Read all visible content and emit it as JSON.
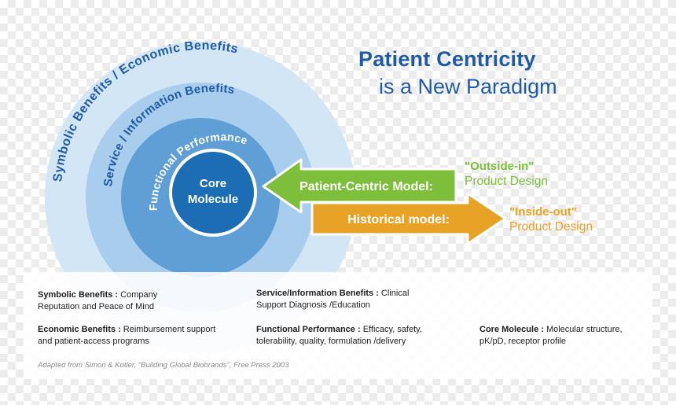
{
  "title": {
    "line1": "Patient Centricity",
    "line2": "is a New Paradigm"
  },
  "rings": {
    "outer_label_left": "Symbolic Benefits",
    "outer_label_sep": "/",
    "outer_label_right": "Economic Benefits",
    "second_label": "Service / Information Benefits",
    "third_label": "Functional Performance",
    "core_line1": "Core",
    "core_line2": "Molecule"
  },
  "arrows": {
    "patient_centric_label": "Patient-Centric Model:",
    "historical_label": "Historical model:"
  },
  "side_labels": {
    "outside_in_quote": "\"Outside-in\"",
    "outside_in_desc": "Product Design",
    "inside_out_quote": "\"Inside-out\"",
    "inside_out_desc": "Product Design"
  },
  "legend": {
    "symbolic_term": "Symbolic Benefits :",
    "symbolic_desc_1": " Company",
    "symbolic_desc_2": "Reputation and Peace of Mind",
    "service_term": "Service/Information Benefits :",
    "service_desc_1": " Clinical",
    "service_desc_2": "Support Diagnosis /Education",
    "economic_term": "Economic Benefits :",
    "economic_desc_1": " Reimbursement support",
    "economic_desc_2": "and patient-access programs",
    "functional_term": "Functional Performance :",
    "functional_desc_1": " Efficacy, safety,",
    "functional_desc_2": "tolerability, quality, formulation /delivery",
    "core_term": "Core Molecule :",
    "core_desc_1": " Molecular structure,",
    "core_desc_2": "pK/pD, receptor profile",
    "source": "Adapted from Simon & Kotler, \"Building Global Biobrands\", Free Press 2003"
  },
  "colors": {
    "ring_outer": "#d3e6f6",
    "ring_second": "#a9cdec",
    "ring_third": "#5f9fd6",
    "core": "#1d6db5",
    "core_border": "#ffffff",
    "ring_text": "#1f5aa6",
    "green_arrow": "#7dbe3a",
    "orange_arrow": "#e8a225"
  }
}
